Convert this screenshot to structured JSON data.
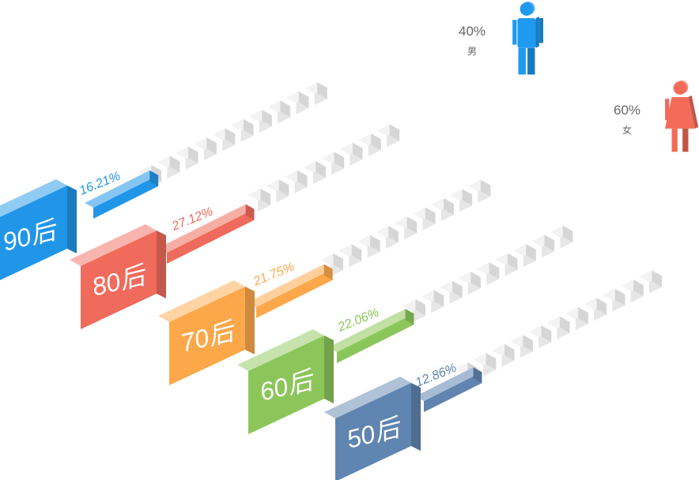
{
  "chart_data": {
    "type": "bar",
    "categories": [
      "90后",
      "80后",
      "70后",
      "60后",
      "50后"
    ],
    "values": [
      16.21,
      27.12,
      21.75,
      22.06,
      12.86
    ],
    "value_labels": [
      "16.21%",
      "27.12%",
      "21.75%",
      "22.06%",
      "12.86%"
    ],
    "colors": [
      "#2196e8",
      "#f06b5c",
      "#fca84a",
      "#8cc65a",
      "#5f85b0"
    ],
    "max": 100,
    "title": "",
    "xlabel": "",
    "ylabel": ""
  },
  "gender": [
    {
      "label": "男",
      "pct": "40%",
      "value": 40,
      "color": "#1e9af0",
      "icon": "male-person-icon"
    },
    {
      "label": "女",
      "pct": "60%",
      "value": 60,
      "color": "#f46b59",
      "icon": "female-person-icon"
    }
  ]
}
